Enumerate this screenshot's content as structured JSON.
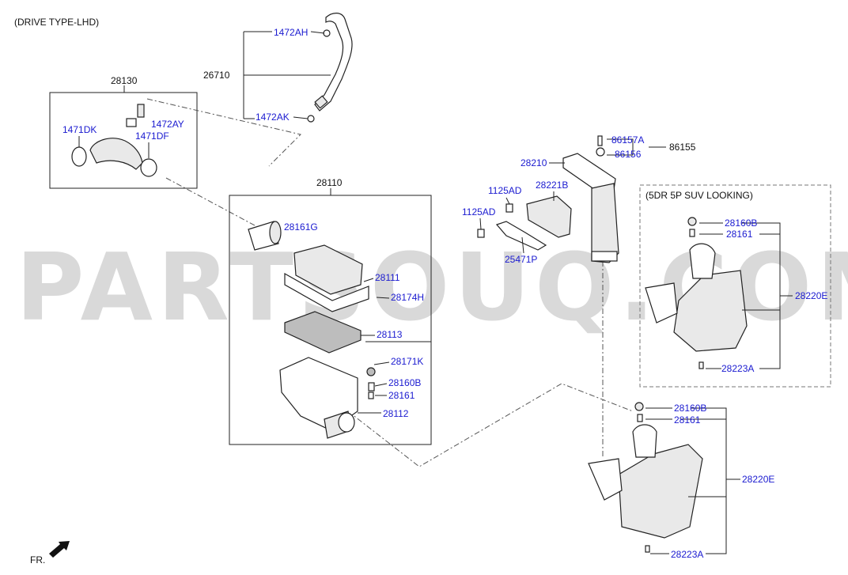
{
  "header": {
    "drive_type": "(DRIVE TYPE-LHD)"
  },
  "watermark": "PARTSOUQ.COM",
  "section_label": "(5DR 5P SUV LOOKING)",
  "footer": {
    "direction": "FR."
  },
  "black_labels": {
    "b28130": "28130",
    "b26710": "26710",
    "b28110": "28110",
    "b86155": "86155"
  },
  "part_labels": {
    "p1472AH": "1472AH",
    "p1472AK": "1472AK",
    "p1471DK": "1471DK",
    "p1472AY": "1472AY",
    "p1471DF": "1471DF",
    "p28161G": "28161G",
    "p28111": "28111",
    "p28174H": "28174H",
    "p28113": "28113",
    "p28171K": "28171K",
    "p28160B_a": "28160B",
    "p28161_a": "28161",
    "p28112": "28112",
    "p86157A": "86157A",
    "p86156": "86156",
    "p28210": "28210",
    "p1125AD_a": "1125AD",
    "p28221B": "28221B",
    "p1125AD_b": "1125AD",
    "p25471P": "25471P",
    "p28160B_b": "28160B",
    "p28161_b": "28161",
    "p28220E_a": "28220E",
    "p28223A_a": "28223A",
    "p28160B_c": "28160B",
    "p28161_c": "28161",
    "p28220E_b": "28220E",
    "p28223A_b": "28223A"
  },
  "icons": {
    "front_arrow": "front-arrow-icon"
  }
}
